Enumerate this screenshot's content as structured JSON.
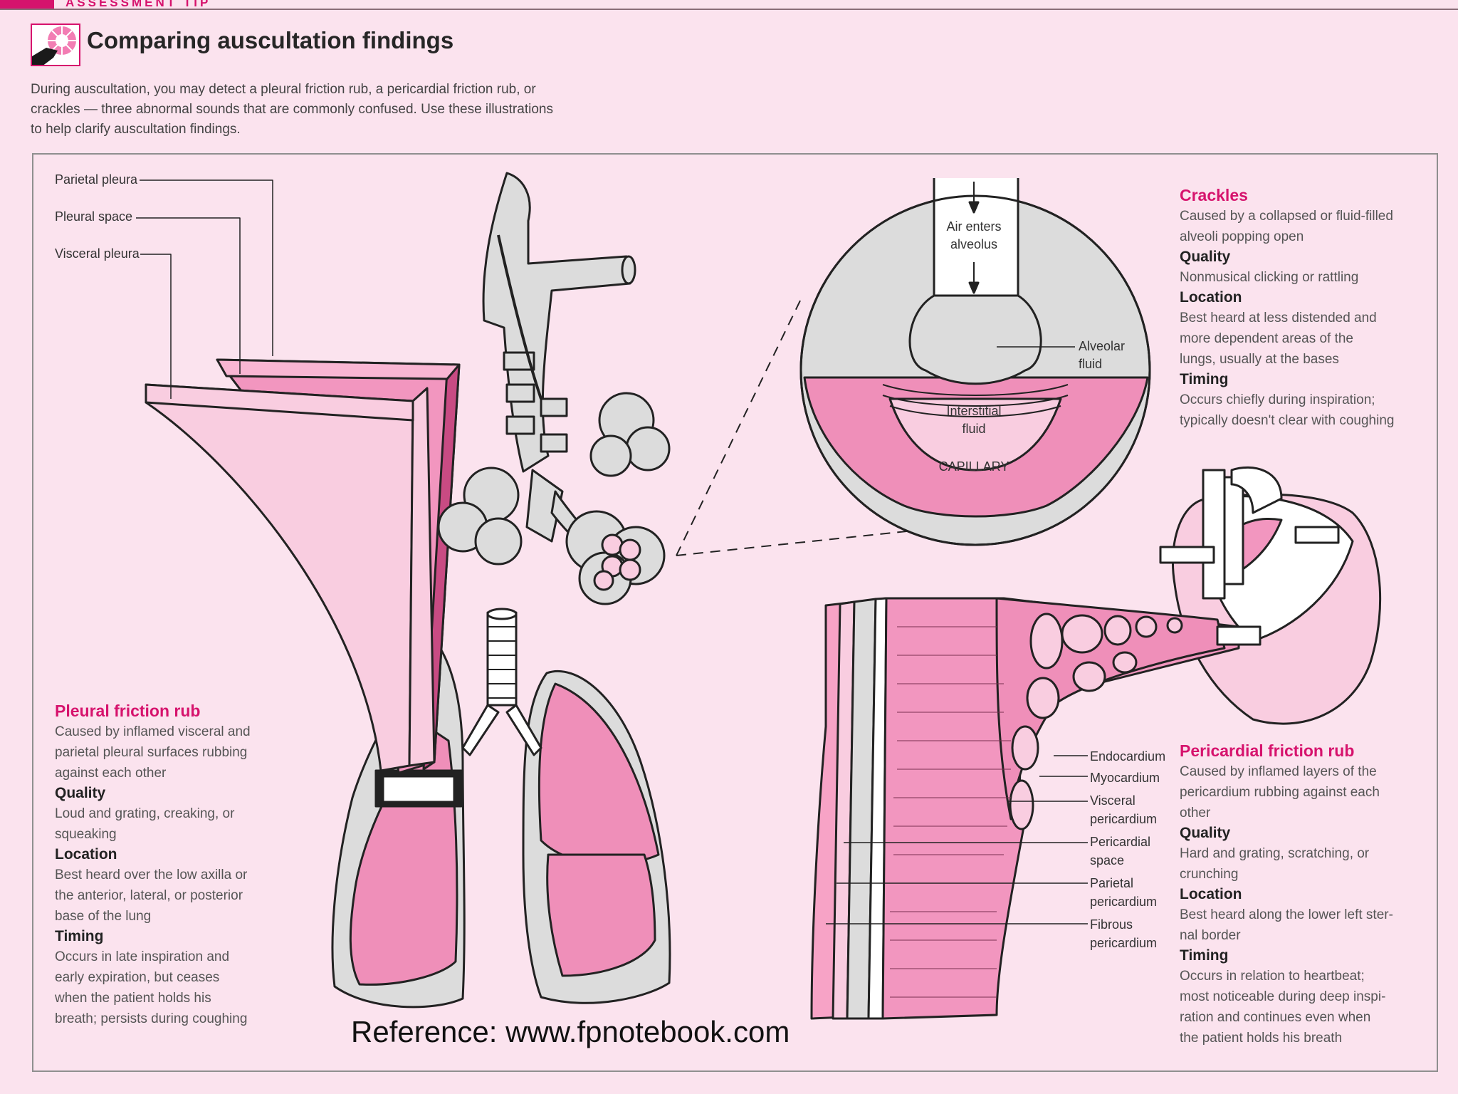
{
  "header": {
    "tip_label": "ASSESSMENT TIP",
    "title": "Comparing auscultation findings",
    "intro_lines": [
      "During auscultation, you may detect a pleural friction rub, a pericardial friction rub, or",
      "crackles — three abnormal sounds that are commonly confused. Use these illustrations",
      "to help clarify auscultation findings."
    ]
  },
  "pleura_labels": [
    "Parietal pleura",
    "Pleural space",
    "Visceral pleura"
  ],
  "alveolus_labels": {
    "air_enters": [
      "Air enters",
      "alveolus"
    ],
    "alveolar_fluid": [
      "Alveolar",
      "fluid"
    ],
    "interstitial_fluid": [
      "Interstitial",
      "fluid"
    ],
    "capillary": "CAPILLARY"
  },
  "heart_layer_labels": [
    [
      "Endocardium"
    ],
    [
      "Myocardium"
    ],
    [
      "Visceral",
      "pericardium"
    ],
    [
      "Pericardial",
      "space"
    ],
    [
      "Parietal",
      "pericardium"
    ],
    [
      "Fibrous",
      "pericardium"
    ]
  ],
  "crackles": {
    "title": "Crackles",
    "cause": [
      "Caused by a collapsed or fluid-filled",
      "alveoli popping open"
    ],
    "quality_heading": "Quality",
    "quality": [
      "Nonmusical clicking or rattling"
    ],
    "location_heading": "Location",
    "location": [
      "Best heard at less distended and",
      "more dependent areas of the",
      "lungs, usually at the bases"
    ],
    "timing_heading": "Timing",
    "timing": [
      "Occurs chiefly during inspiration;",
      "typically doesn't clear with coughing"
    ]
  },
  "pleural_rub": {
    "title": "Pleural friction rub",
    "cause": [
      "Caused by inflamed visceral and",
      "parietal pleural surfaces rubbing",
      "against each other"
    ],
    "quality_heading": "Quality",
    "quality": [
      "Loud and grating, creaking, or",
      "squeaking"
    ],
    "location_heading": "Location",
    "location": [
      "Best heard over the low axilla or",
      "the anterior, lateral, or posterior",
      "base of the lung"
    ],
    "timing_heading": "Timing",
    "timing": [
      "Occurs in late inspiration and",
      "early expiration, but ceases",
      "when the patient holds his",
      "breath; persists during coughing"
    ]
  },
  "pericardial_rub": {
    "title": "Pericardial friction rub",
    "cause": [
      "Caused by inflamed layers of the",
      "pericardium rubbing against each",
      "other"
    ],
    "quality_heading": "Quality",
    "quality": [
      "Hard and grating, scratching, or",
      "crunching"
    ],
    "location_heading": "Location",
    "location": [
      "Best heard along the lower left ster-",
      "nal border"
    ],
    "timing_heading": "Timing",
    "timing": [
      "Occurs in relation to heartbeat;",
      "most noticeable during deep inspi-",
      "ration and continues even when",
      "the patient holds his breath"
    ]
  },
  "reference": "Reference: www.fpnotebook.com",
  "colors": {
    "accent": "#d6136d",
    "page_background": "#fbe3ee",
    "pink_fill": "#ef8fb9",
    "light_pink_fill": "#f9cde0",
    "gray_fill": "#dcdcdc"
  }
}
